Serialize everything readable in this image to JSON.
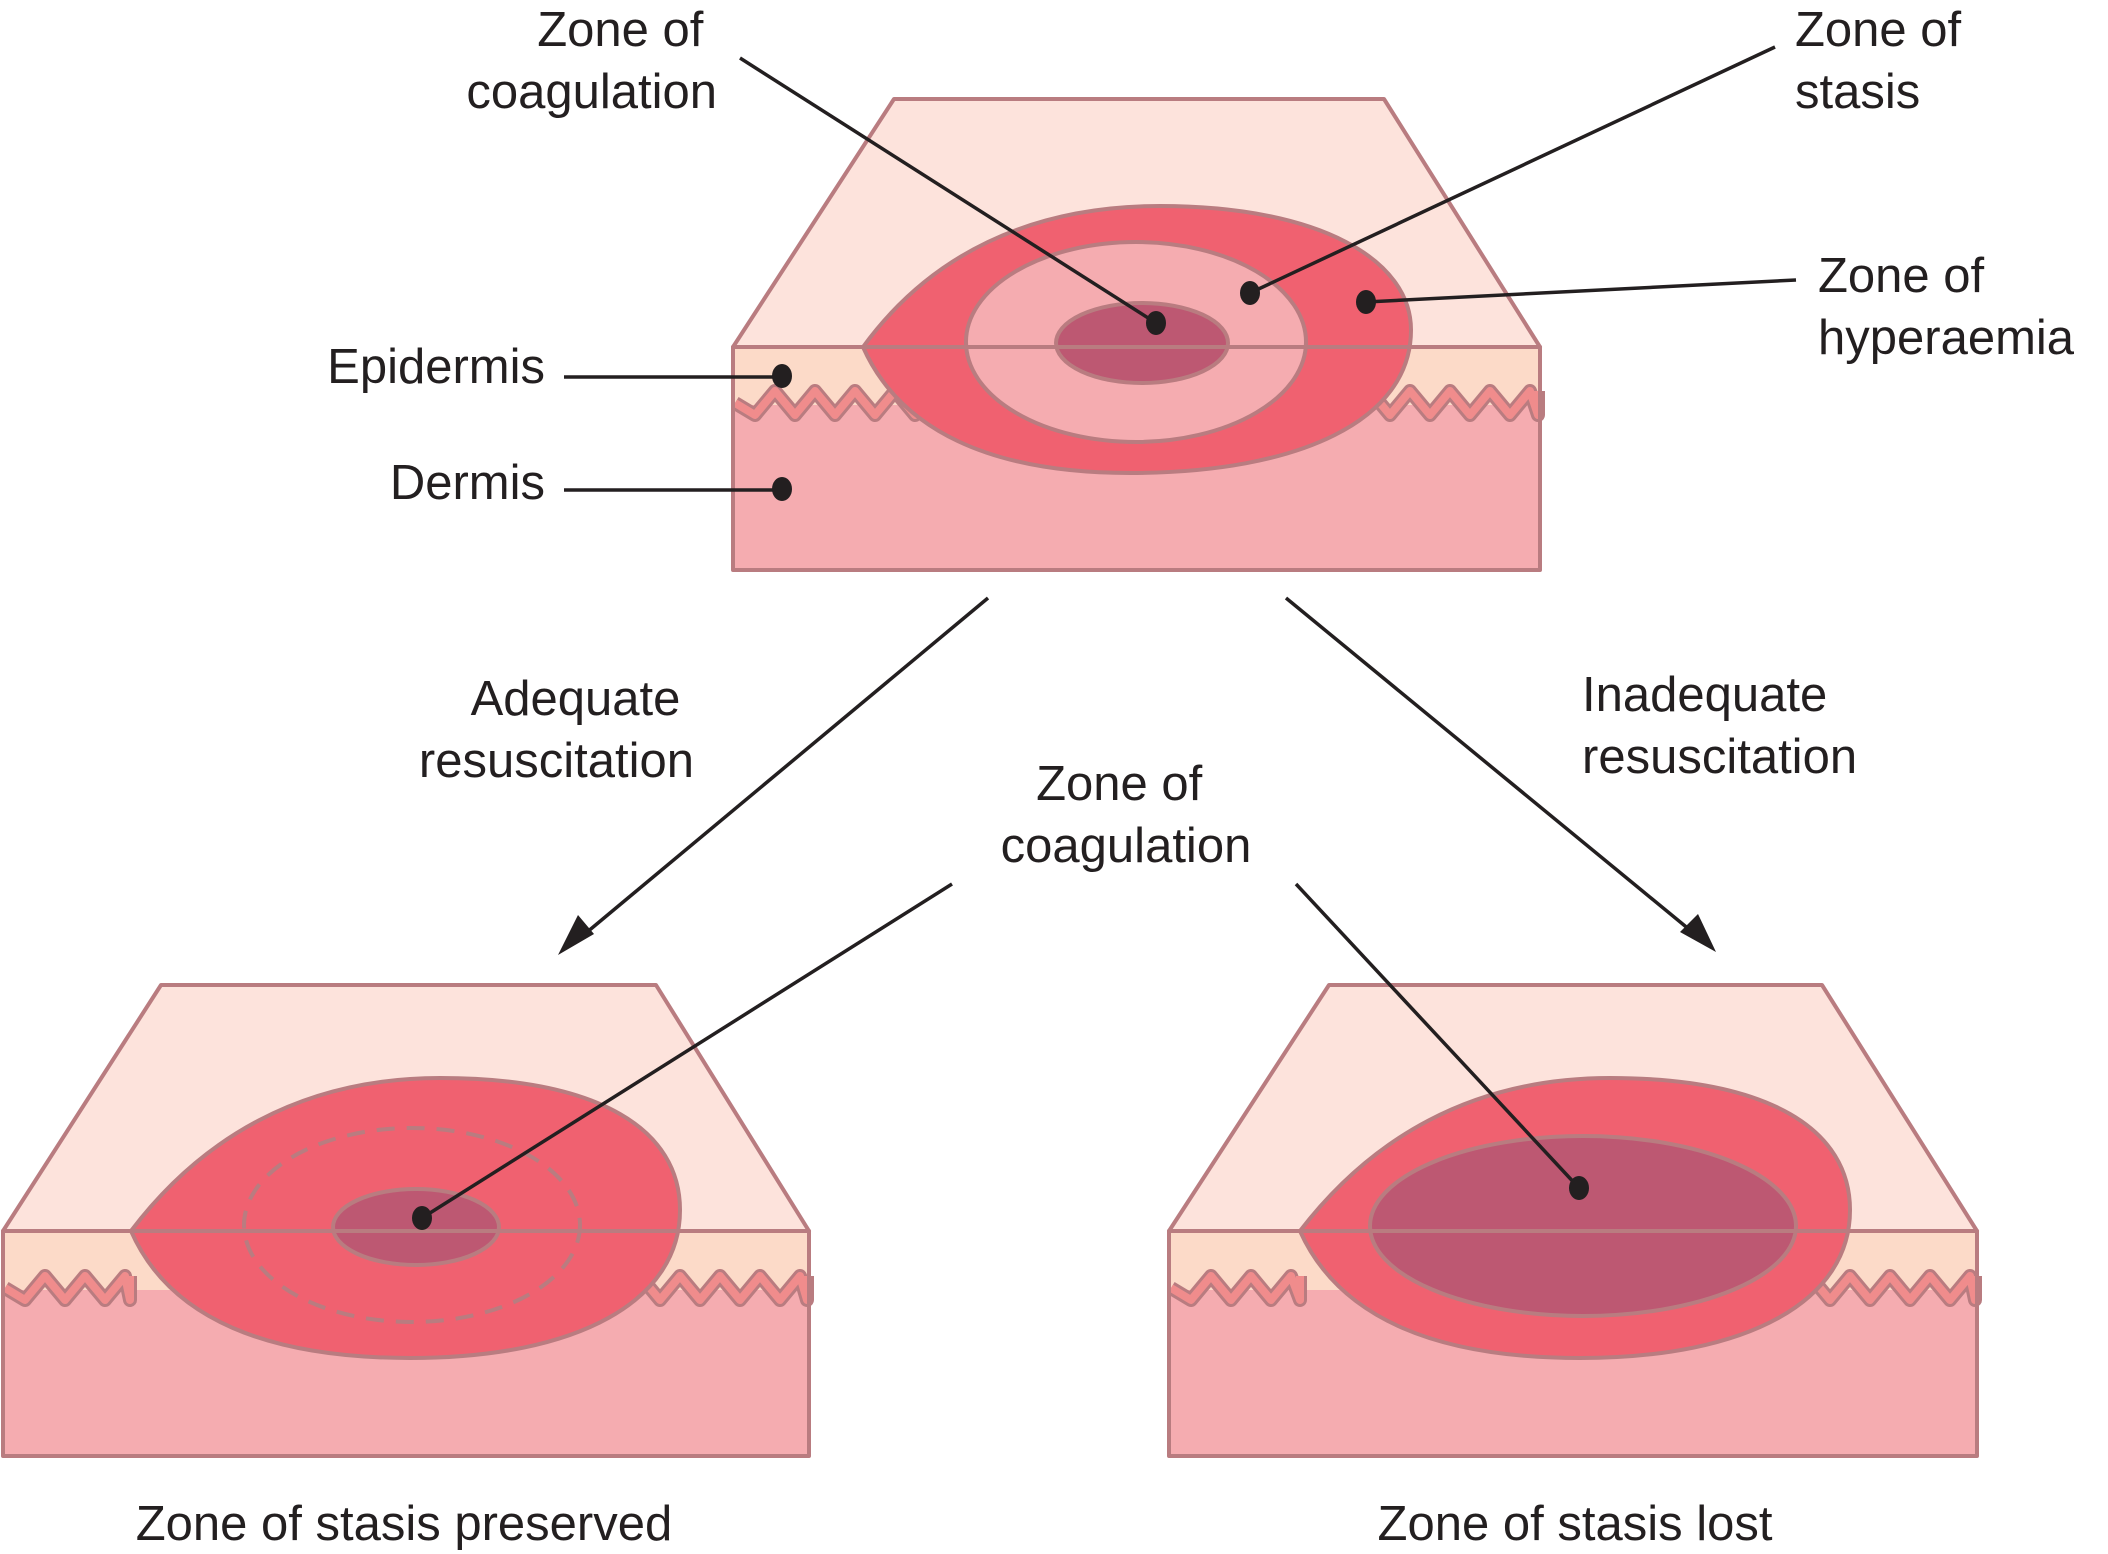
{
  "figure": {
    "title": "Burn wound zones and effect of resuscitation",
    "colors": {
      "top_surface": "#fde3dc",
      "epidermis": "#fcdac8",
      "dermis": "#f5acb0",
      "basement_wave": "#f08c8c",
      "outline": "#b97c80",
      "zone_hyperaemia": "#f06170",
      "zone_stasis": "#f5acb0",
      "zone_coagulation": "#bd5872",
      "leader": "#231f20"
    }
  },
  "top_panel": {
    "labels": {
      "coagulation": [
        "Zone of",
        "coagulation"
      ],
      "stasis": [
        "Zone of",
        "stasis"
      ],
      "hyperaemia": [
        "Zone of",
        "hyperaemia"
      ],
      "epidermis": "Epidermis",
      "dermis": "Dermis"
    }
  },
  "arrows": {
    "adequate": [
      "Adequate",
      "resuscitation"
    ],
    "inadequate": [
      "Inadequate",
      "resuscitation"
    ]
  },
  "middle_label": {
    "coagulation": [
      "Zone of",
      "coagulation"
    ]
  },
  "bottom_left": {
    "caption": "Zone of stasis preserved"
  },
  "bottom_right": {
    "caption": "Zone of stasis lost"
  }
}
